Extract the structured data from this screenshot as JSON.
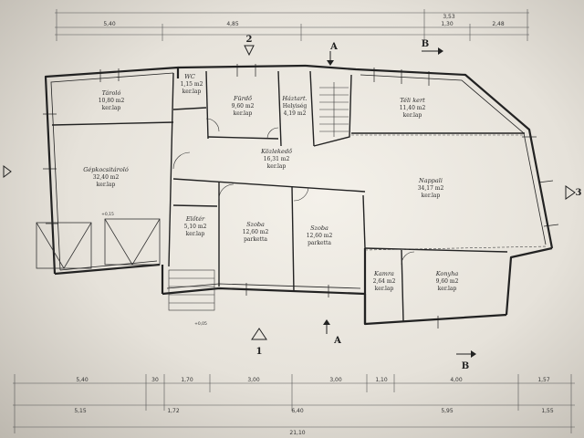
{
  "rooms": {
    "taroló": {
      "name": "Tároló",
      "area": "10,80 m2",
      "floor": "ker.lap"
    },
    "wc": {
      "name": "WC",
      "area": "1,15 m2",
      "floor": "ker.lap"
    },
    "furdo": {
      "name": "Fürdő",
      "area": "9,60 m2",
      "floor": "ker.lap"
    },
    "haztart": {
      "name": "Háztart.",
      "area": "4,19 m2",
      "floor": "Helyiség"
    },
    "kozlekedo": {
      "name": "Közlekedő",
      "area": "16,31 m2",
      "floor": "ker.lap"
    },
    "gepkocsi": {
      "name": "Gépkocsitároló",
      "area": "32,40 m2",
      "floor": "ker.lap"
    },
    "eloter": {
      "name": "Előtér",
      "area": "5,10 m2",
      "floor": "ker.lap"
    },
    "szoba1": {
      "name": "Szoba",
      "area": "12,60 m2",
      "floor": "parketta"
    },
    "szoba2": {
      "name": "Szoba",
      "area": "12,60 m2",
      "floor": "parketta"
    },
    "telikert": {
      "name": "Téli kert",
      "area": "11,40 m2",
      "floor": "ker.lap"
    },
    "nappali": {
      "name": "Nappali",
      "area": "34,17 m2",
      "floor": "ker.lap"
    },
    "kamra": {
      "name": "Kamra",
      "area": "2,64 m2",
      "floor": "ker.lap"
    },
    "konyha": {
      "name": "Konyha",
      "area": "9,60 m2",
      "floor": "ker.lap"
    }
  },
  "markers": {
    "section_a_top": "A",
    "section_a_bottom": "A",
    "section_b_top": "B",
    "section_b_bottom": "B",
    "section_1": "1",
    "section_2": "2",
    "section_3": "3"
  },
  "dimensions": {
    "top": [
      "5,40",
      "4,85",
      "3,53",
      "1,30",
      "2,48"
    ],
    "bottom_row1": [
      "5,40",
      "30",
      "1,70",
      "3,00",
      "3,00",
      "1,10",
      "4,00",
      "1,57"
    ],
    "bottom_row2": [
      "5,15",
      "1,72",
      "6,40",
      "5,95",
      "1,55"
    ],
    "bottom_total": "21,10"
  },
  "levels": {
    "garage": "+0,15",
    "entry": "+0,05"
  }
}
